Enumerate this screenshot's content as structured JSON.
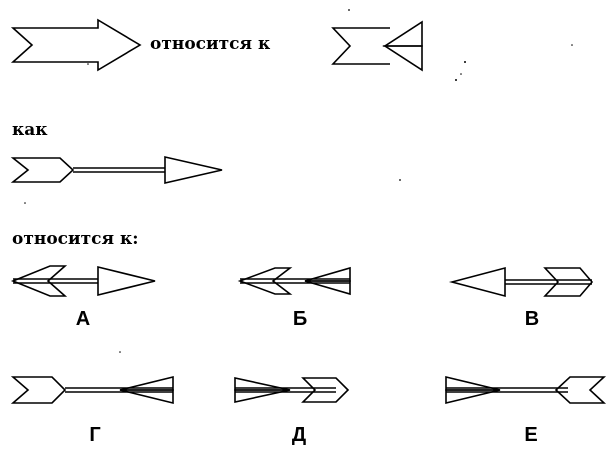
{
  "text": {
    "relates_to_1": "относится к",
    "as": "как",
    "relates_to_2": "относится к:"
  },
  "options": [
    {
      "label": "А"
    },
    {
      "label": "Б"
    },
    {
      "label": "В"
    },
    {
      "label": "Г"
    },
    {
      "label": "Д"
    },
    {
      "label": "Е"
    }
  ],
  "colors": {
    "stroke": "#000000",
    "background": "#ffffff"
  }
}
